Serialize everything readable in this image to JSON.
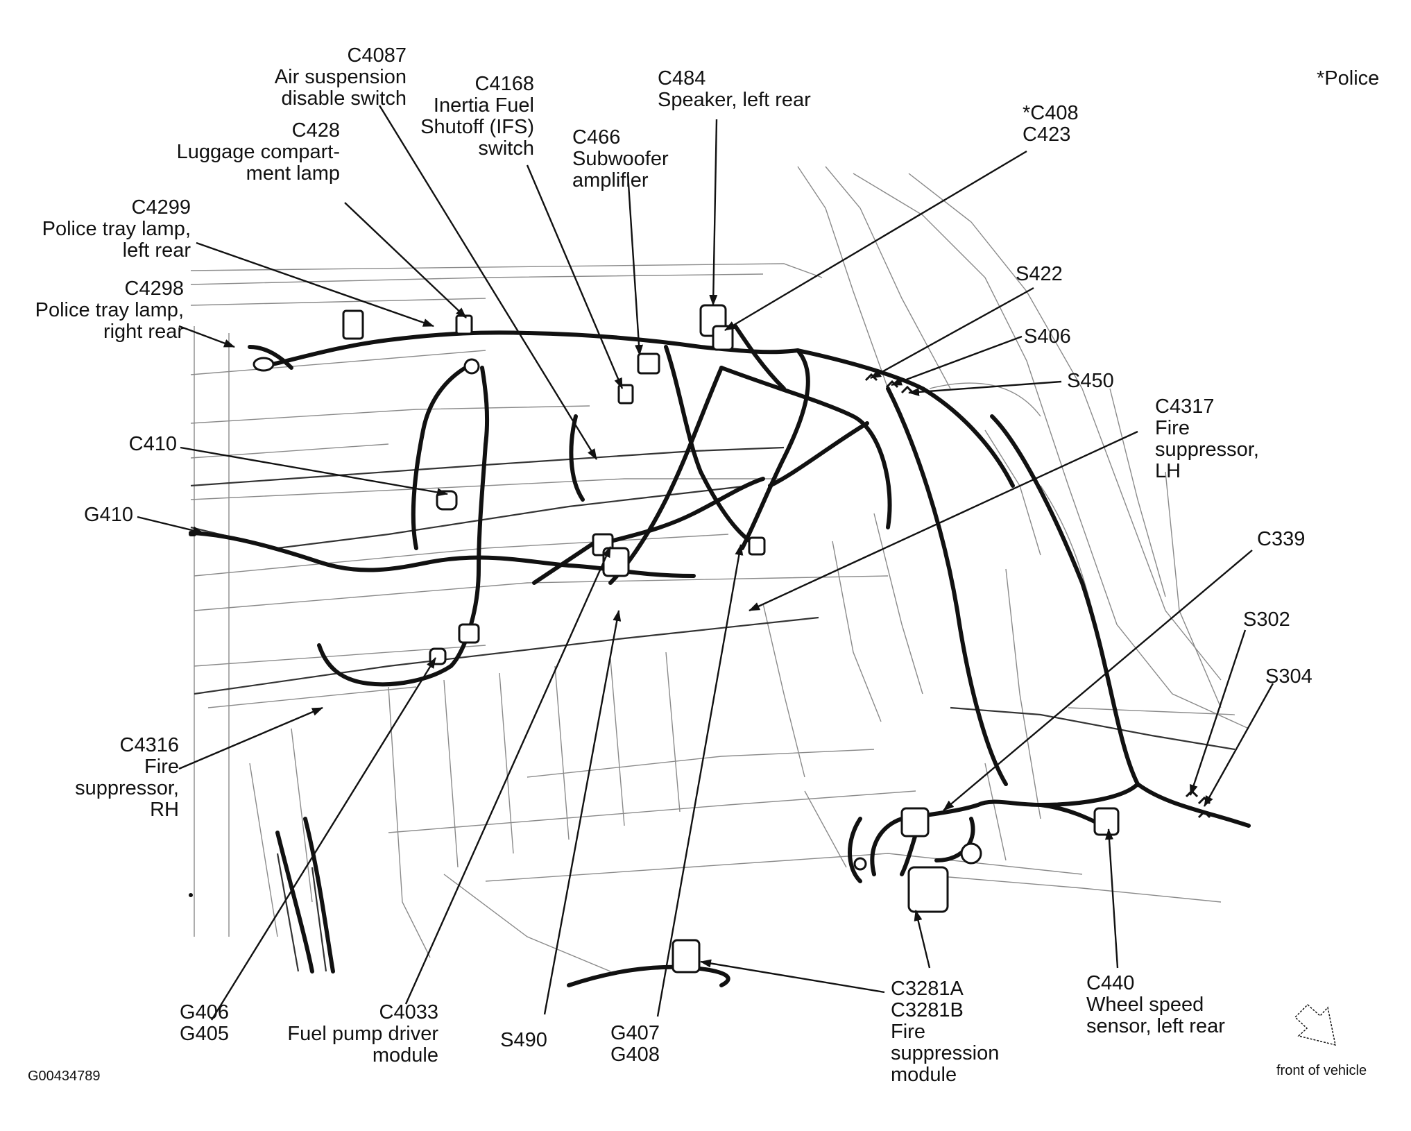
{
  "labels": {
    "c4087": [
      "C4087",
      "Air suspension",
      "disable switch"
    ],
    "c4168": [
      "C4168",
      "Inertia Fuel",
      "Shutoff (IFS)",
      "switch"
    ],
    "c428": [
      "C428",
      "Luggage compart-",
      "ment lamp"
    ],
    "c466": [
      "C466",
      "Subwoofer",
      "amplifier"
    ],
    "c484": [
      "C484",
      "Speaker, left rear"
    ],
    "c408": [
      "*C408",
      "C423"
    ],
    "c4299": [
      "C4299",
      "Police tray lamp,",
      "left rear"
    ],
    "c4298": [
      "C4298",
      "Police tray lamp,",
      "right rear"
    ],
    "s422": [
      "S422"
    ],
    "s406": [
      "S406"
    ],
    "s450": [
      "S450"
    ],
    "c4317": [
      "C4317",
      "Fire",
      "suppressor,",
      "LH"
    ],
    "c410": [
      "C410"
    ],
    "g410": [
      "G410"
    ],
    "c339": [
      "C339"
    ],
    "s302": [
      "S302"
    ],
    "s304": [
      "S304"
    ],
    "c4316": [
      "C4316",
      "Fire",
      "suppressor,",
      "RH"
    ],
    "g406": [
      "G406",
      "G405"
    ],
    "c4033": [
      "C4033",
      "Fuel pump driver",
      "module"
    ],
    "s490": [
      "S490"
    ],
    "g407": [
      "G407",
      "G408"
    ],
    "c3281": [
      "C3281A",
      "C3281B",
      "Fire",
      "suppression",
      "module"
    ],
    "c440": [
      "C440",
      "Wheel speed",
      "sensor, left rear"
    ]
  },
  "police_note": "*Police",
  "figure_id": "G00434789",
  "direction_label": "front of vehicle"
}
